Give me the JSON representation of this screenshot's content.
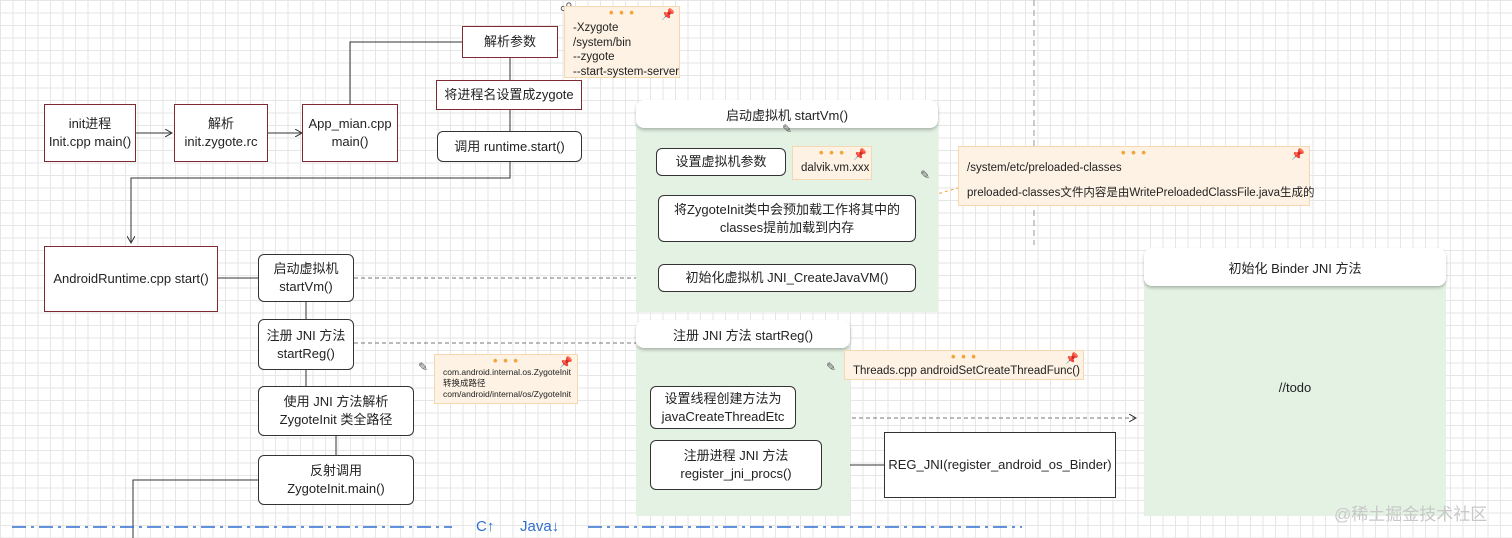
{
  "boxes": {
    "init": "init进程\nInit.cpp main()",
    "parse_rc": "解析\ninit.zygote.rc",
    "app_main": "App_mian.cpp\nmain()",
    "parse_args": "解析参数",
    "set_name": "将进程名设置成zygote",
    "runtime_start": "调用 runtime.start()",
    "android_runtime": "AndroidRuntime.cpp start()",
    "start_vm": "启动虚拟机\nstartVm()",
    "start_reg": "注册 JNI 方法\nstartReg()",
    "jni_parse": "使用 JNI 方法解析\nZygoteInit 类全路径",
    "reflect_call": "反射调用\nZygoteInit.main()"
  },
  "groups": {
    "start_vm": {
      "title": "启动虚拟机 startVm()",
      "set_vm_params": "设置虚拟机参数",
      "preload": "将ZygoteInit类中会预加载工作将其中的\nclasses提前加载到内存",
      "create_vm": "初始化虚拟机 JNI_CreateJavaVM()"
    },
    "start_reg": {
      "title": "注册 JNI 方法 startReg()",
      "set_thread": "设置线程创建方法为\njavaCreateThreadEtc",
      "register_procs": "注册进程 JNI 方法\nregister_jni_procs()"
    },
    "binder": {
      "title": "初始化 Binder JNI 方法",
      "body": "//todo"
    }
  },
  "reg_jni": "REG_JNI(register_android_os_Binder)",
  "notes": {
    "zygote_args": [
      "-Xzygote",
      " /system/bin",
      " --zygote",
      " --start-system-server"
    ],
    "dalvik": [
      "dalvik.vm.xxx"
    ],
    "preloaded": [
      "/system/etc/preloaded-classes",
      "",
      "preloaded-classes文件内容是由WritePreloadedClassFile.java生成的"
    ],
    "zygote_path": [
      "com.android.internal.os.ZygoteInit",
      "转换成路径",
      "com/android/internal/os/ZygoteInit"
    ],
    "threads": [
      "Threads.cpp  androidSetCreateThreadFunc()"
    ]
  },
  "divider": {
    "left": "C↑",
    "right": "Java↓"
  },
  "watermark": "@稀土掘金技术社区",
  "colors": {
    "group_bg": "#e3f2e3",
    "note_bg": "#fdf2e4",
    "maroon": "#7e2a33",
    "accent": "#f2a33a"
  }
}
